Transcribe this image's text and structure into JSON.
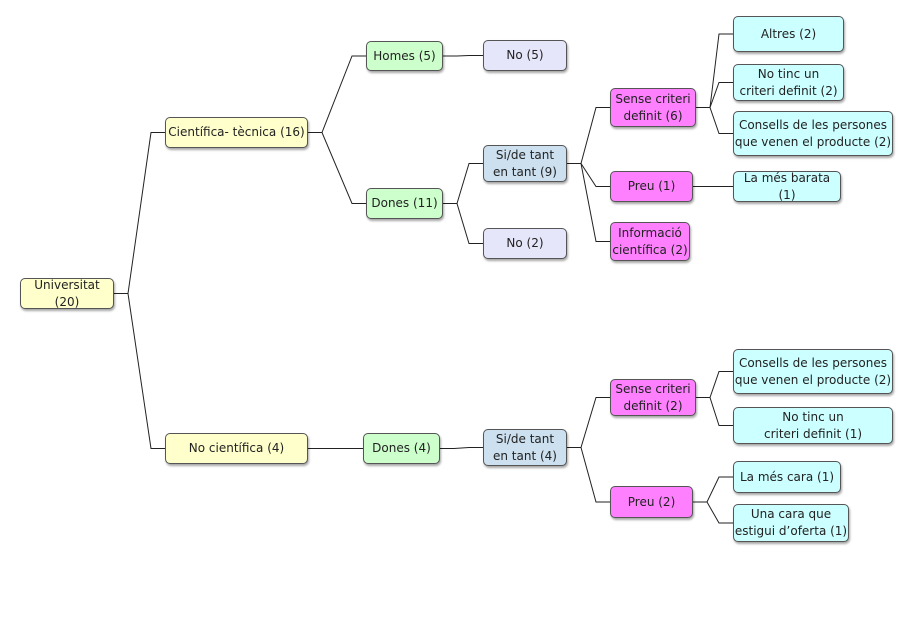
{
  "diagram": {
    "root": {
      "label": "Universitat (20)"
    },
    "branch_a": {
      "label": "Científica- tècnica (16)",
      "homes": {
        "label": "Homes (5)",
        "answer_no": "No (5)"
      },
      "dones": {
        "label": "Dones (11)",
        "answer_yes": "Si/de tant\nen tant (9)",
        "answer_no": "No (2)",
        "criteria": {
          "sense": {
            "label": "Sense criteri\ndefinit (6)",
            "children": [
              "Altres (2)",
              "No tinc un\ncriteri definit (2)",
              "Consells de les persones\nque venen el producte (2)"
            ]
          },
          "preu": {
            "label": "Preu (1)",
            "children": [
              "La més barata (1)"
            ]
          },
          "info": {
            "label": "Informació\ncientífica (2)"
          }
        }
      }
    },
    "branch_b": {
      "label": "No científica (4)",
      "dones": {
        "label": "Dones (4)",
        "answer_yes": "Si/de tant\nen tant (4)",
        "criteria": {
          "sense": {
            "label": "Sense criteri\ndefinit (2)",
            "children": [
              "Consells de les persones\nque venen el producte (2)",
              "No tinc un\ncriteri definit (1)"
            ]
          },
          "preu": {
            "label": "Preu (2)",
            "children": [
              "La més cara (1)",
              "Una cara que\nestigui d’oferta (1)"
            ]
          }
        }
      }
    }
  }
}
